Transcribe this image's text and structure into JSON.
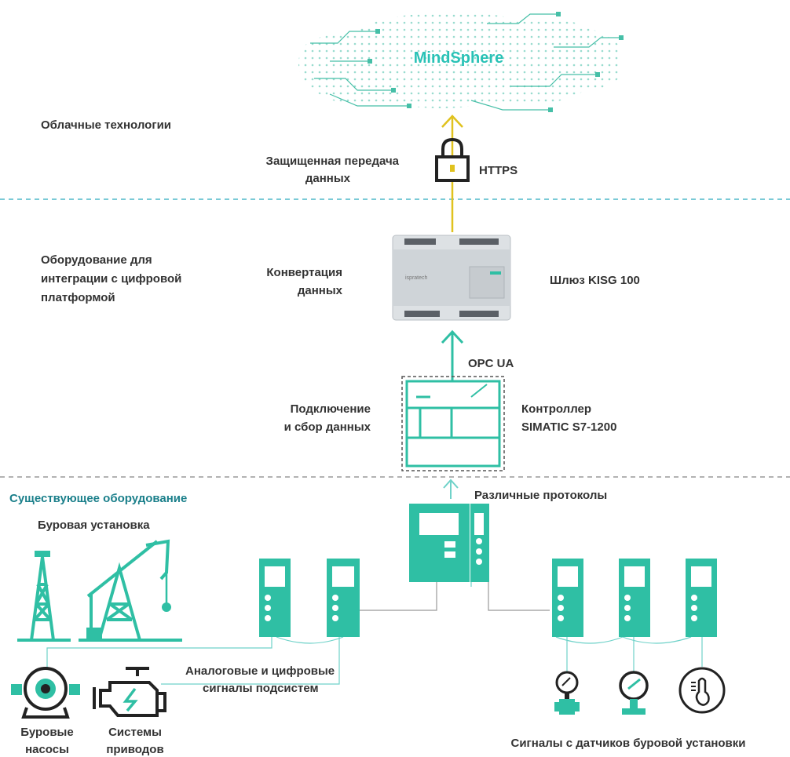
{
  "cloud": {
    "title": "MindSphere"
  },
  "zones": {
    "cloud_label": "Облачные технологии",
    "integration_label": [
      "Оборудование для",
      "интеграции с цифровой",
      "платформой"
    ],
    "existing_label": "Существующее оборудование"
  },
  "links": {
    "secure_transfer": [
      "Защищенная передача",
      "данных"
    ],
    "https": "HTTPS",
    "opc_ua": "OPC UA",
    "protocols": "Различные протоколы",
    "analog_digital": [
      "Аналоговые и цифровые",
      "сигналы подсистем"
    ]
  },
  "gateway": {
    "label": "Шлюз KISG 100",
    "function": [
      "Конвертация",
      "данных"
    ],
    "brand": "ispratech"
  },
  "controller": {
    "label": [
      "Контроллер",
      "SIMATIC S7-1200"
    ],
    "function": [
      "Подключение",
      "и сбор данных"
    ]
  },
  "equipment": {
    "rig_label": "Буровая установка",
    "pumps_label": [
      "Буровые",
      "насосы"
    ],
    "drives_label": [
      "Системы",
      "приводов"
    ],
    "sensors_label": "Сигналы с датчиков буровой установки"
  },
  "colors": {
    "teal": "#2fbfa4",
    "yellow": "#e0c21e",
    "dark": "#222222",
    "line": "#6fd2c9"
  }
}
